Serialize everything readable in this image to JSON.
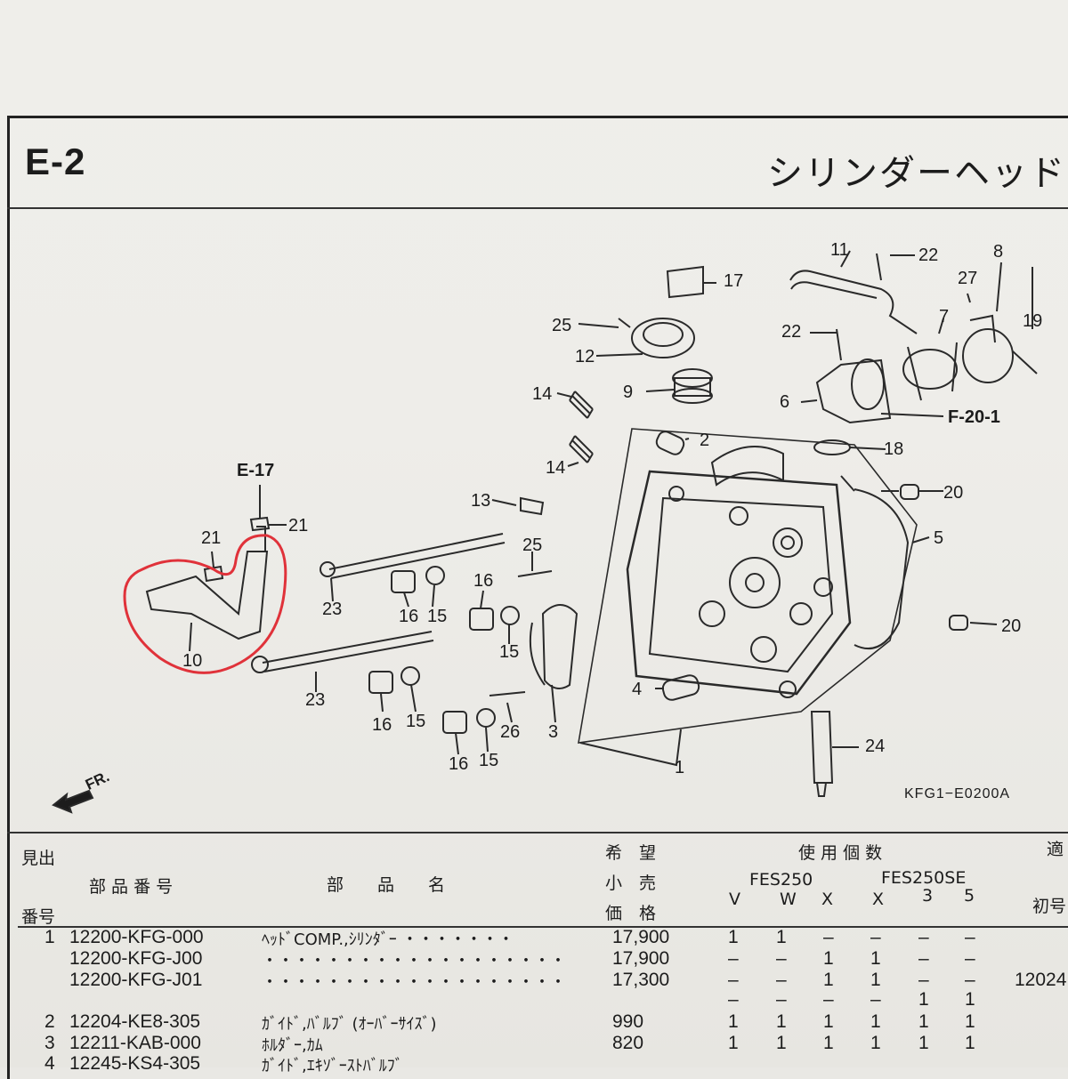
{
  "section": {
    "id": "E-2",
    "title": "シリンダーヘッド"
  },
  "diagram": {
    "callouts": [
      "1",
      "2",
      "3",
      "4",
      "5",
      "6",
      "7",
      "8",
      "9",
      "10",
      "11",
      "12",
      "13",
      "14",
      "14",
      "15",
      "15",
      "15",
      "15",
      "16",
      "16",
      "16",
      "16",
      "17",
      "18",
      "19",
      "20",
      "20",
      "21",
      "21",
      "22",
      "22",
      "23",
      "23",
      "24",
      "25",
      "25",
      "26",
      "27"
    ],
    "refs": {
      "e17": "E-17",
      "f20": "F-20-1"
    },
    "front_mark": "FR.",
    "drawing_code": "KFG1−E0200A",
    "highlight_color": "#e0323a"
  },
  "table": {
    "headers": {
      "midashi": "見出",
      "bangou": "番号",
      "part_no": "部 品 番 号",
      "part_name": "部　　品　　名",
      "kibou": "希　望",
      "kouri": "小　売",
      "kakaku": "価　格",
      "usage": "使 用 個 数",
      "fes250": "FES250",
      "fes250se": "FES250SE",
      "tekiyou": "適",
      "shogou": "初号",
      "cols": [
        "V",
        "W",
        "X",
        "X",
        "3",
        "5"
      ]
    },
    "rows": [
      {
        "ref": "1",
        "part_no": "12200-KFG-000",
        "name": "ﾍｯﾄﾞCOMP.,ｼﾘﾝﾀﾞｰ ・・・・・・・",
        "price": "17,900",
        "qty": [
          "1",
          "1",
          "–",
          "–",
          "–",
          "–"
        ],
        "note": ""
      },
      {
        "ref": "",
        "part_no": "12200-KFG-J00",
        "name": "・・・・・・・・・・・・・・・・・・・",
        "price": "17,900",
        "qty": [
          "–",
          "–",
          "1",
          "1",
          "–",
          "–"
        ],
        "note": ""
      },
      {
        "ref": "",
        "part_no": "12200-KFG-J01",
        "name": "・・・・・・・・・・・・・・・・・・・",
        "price": "17,300",
        "qty": [
          "–",
          "–",
          "1",
          "1",
          "–",
          "–"
        ],
        "note": "12024"
      },
      {
        "ref": "",
        "part_no": "",
        "name": "",
        "price": "",
        "qty": [
          "–",
          "–",
          "–",
          "–",
          "1",
          "1"
        ],
        "note": ""
      },
      {
        "ref": "2",
        "part_no": "12204-KE8-305",
        "name": "ｶﾞｲﾄﾞ,ﾊﾞﾙﾌﾞ (ｵｰﾊﾞｰｻｲｽﾞ)",
        "price": "990",
        "qty": [
          "1",
          "1",
          "1",
          "1",
          "1",
          "1"
        ],
        "note": ""
      },
      {
        "ref": "3",
        "part_no": "12211-KAB-000",
        "name": "ﾎﾙﾀﾞｰ,ｶﾑ",
        "price": "820",
        "qty": [
          "1",
          "1",
          "1",
          "1",
          "1",
          "1"
        ],
        "note": ""
      },
      {
        "ref": "4",
        "part_no": "12245-KS4-305",
        "name": "ｶﾞｲﾄﾞ,ｴｷｿﾞｰｽﾄﾊﾞﾙﾌﾞ",
        "price": "",
        "qty": [
          "",
          "",
          "",
          "",
          "",
          ""
        ],
        "note": ""
      }
    ]
  }
}
